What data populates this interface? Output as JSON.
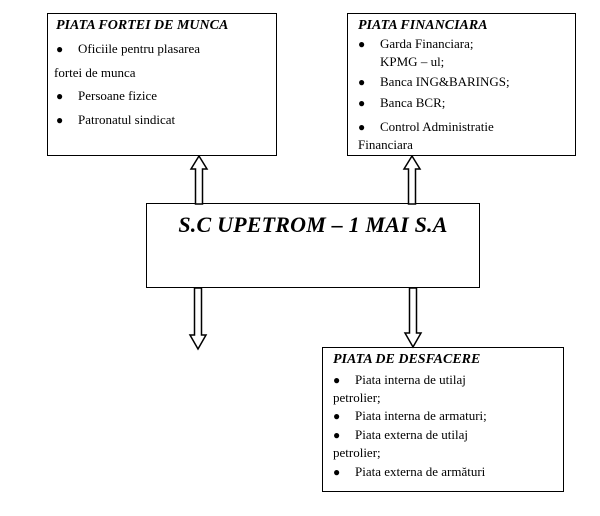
{
  "center": {
    "title": "S.C UPETROM – 1 MAI S.A"
  },
  "forta_munca": {
    "title": "PIATA FORTEI DE MUNCA",
    "items": [
      {
        "line1": "Oficiile pentru plasarea",
        "line2": "fortei de munca"
      },
      {
        "line1": "Persoane fizice"
      },
      {
        "line1": "Patronatul sindicat"
      }
    ]
  },
  "financiara": {
    "title": "PIATA FINANCIARA",
    "items": [
      {
        "line1": "Garda Financiara;",
        "line2": "KPMG – ul;"
      },
      {
        "line1": "Banca ING&BARINGS;"
      },
      {
        "line1": "Banca BCR;"
      },
      {
        "line1": "Control Administratie",
        "line2": "Financiara"
      }
    ]
  },
  "desfacere": {
    "title": "PIATA DE DESFACERE",
    "items": [
      {
        "line1": "Piata interna de utilaj",
        "line2": "petrolier;"
      },
      {
        "line1": "Piata interna de armaturi;"
      },
      {
        "line1": "Piata externa de utilaj",
        "line2": "petrolier;"
      },
      {
        "line1": "Piata externa de armături"
      }
    ]
  },
  "bullet_glyph": "●"
}
